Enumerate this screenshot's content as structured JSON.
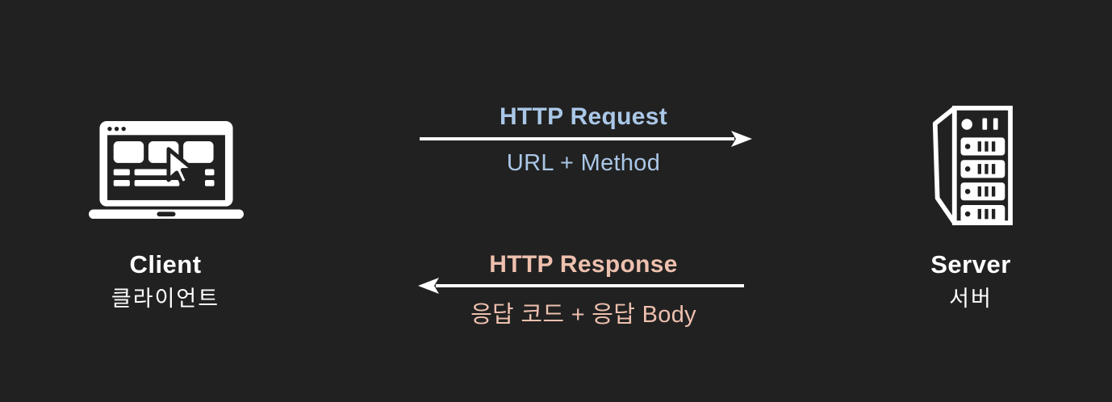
{
  "diagram": {
    "background_color": "#212121",
    "foreground_color": "#ffffff",
    "client": {
      "label": "Client",
      "label_ko": "클라이언트",
      "icon": "laptop-browser-cursor-icon"
    },
    "server": {
      "label": "Server",
      "label_ko": "서버",
      "icon": "server-rack-icon"
    },
    "request": {
      "title": "HTTP Request",
      "detail": "URL + Method",
      "text_color": "#aac7e7",
      "arrow_color": "#ffffff",
      "direction": "left-to-right"
    },
    "response": {
      "title": "HTTP Response",
      "detail": "응답 코드 + 응답 Body",
      "text_color": "#eec0ae",
      "arrow_color": "#ffffff",
      "direction": "right-to-left"
    }
  }
}
